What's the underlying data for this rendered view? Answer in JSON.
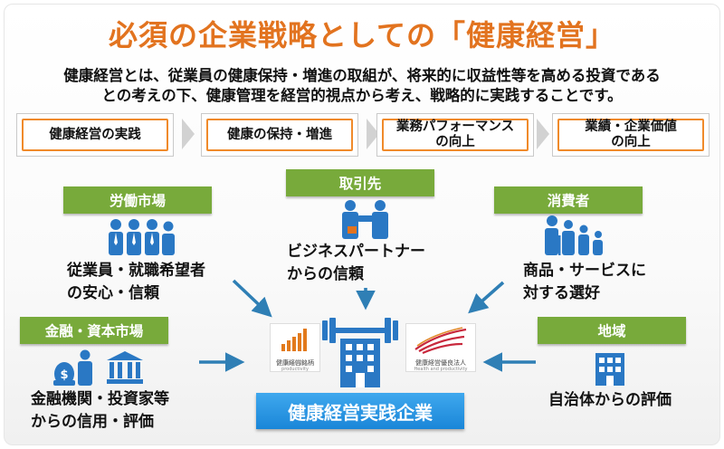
{
  "title": "必須の企業戦略としての「健康経営」",
  "lead": {
    "line1": "健康経営とは、従業員の健康保持・増進の取組が、将来的に収益性等を高める投資である",
    "line2": "との考えの下、健康管理を経営的視点から考え、戦略的に実践することです。"
  },
  "flow": {
    "steps": [
      {
        "line1": "健康経営の実践",
        "line2": ""
      },
      {
        "line1": "健康の保持・増進",
        "line2": ""
      },
      {
        "line1": "業務パフォーマンス",
        "line2": "の向上"
      },
      {
        "line1": "業績・企業価値",
        "line2": "の向上"
      }
    ]
  },
  "stakeholders": {
    "labor_market": {
      "label": "労働市場",
      "line1": "従業員・就職希望者",
      "line2": "の安心・信頼"
    },
    "partners": {
      "label": "取引先",
      "line1": "ビジネスパートナー",
      "line2": "からの信頼"
    },
    "consumers": {
      "label": "消費者",
      "line1": "商品・サービスに",
      "line2": "対する選好"
    },
    "capital_market": {
      "label": "金融・資本市場",
      "line1": "金融機関・投資家等",
      "line2": "からの信用・評価"
    },
    "region": {
      "label": "地域",
      "line1": "自治体からの評価"
    }
  },
  "center": {
    "label": "健康経営実践企業"
  },
  "logos": {
    "brand_caption": "健康経営銘柄",
    "brand_sub": "Health and productivity",
    "corp_caption": "健康経営優良法人",
    "corp_sub": "Health and productivity"
  },
  "colors": {
    "title": "#e2731f",
    "flow_border": "#f08a2a",
    "label_green": "#78aa3b",
    "icon_blue": "#2a78c4",
    "arrow_blue": "#2f7fb5",
    "center_blue": "#1a86d8"
  },
  "icons": [
    "staff-group-icon",
    "handshake-icon",
    "family-icon",
    "finance-icon",
    "bank-icon",
    "city-hall-icon",
    "building-dumbbell-icon",
    "growth-bars-logo",
    "flame-logo"
  ]
}
